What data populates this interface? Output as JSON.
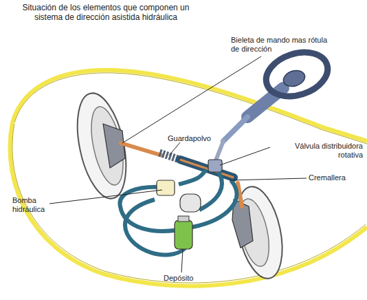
{
  "diagram": {
    "title": "Situación de los elementos que componen un sistema de dirección asistida hidráulica",
    "labels": [
      "Bieleta de mando mas rótula de dirección",
      "Guardapolvo",
      "Válvula distribuidora rotativa",
      "Cremallera",
      "Bomba hidráulica",
      "Depósito"
    ]
  }
}
